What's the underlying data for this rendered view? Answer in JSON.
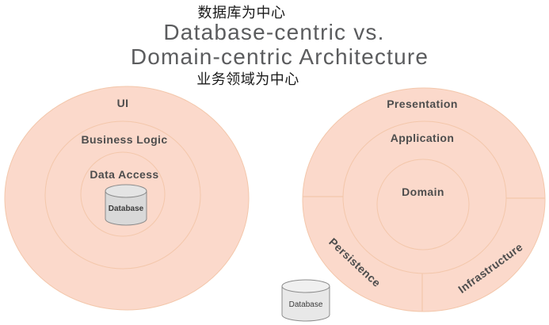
{
  "header": {
    "label_zh_database_centric": "数据库为中心",
    "title_line1": "Database-centric vs.",
    "title_line2": "Domain-centric Architecture",
    "label_zh_domain_centric": "业务领域为中心"
  },
  "database_centric_diagram": {
    "outer_ring": "UI",
    "middle_ring": "Business Logic",
    "inner_ring": "Data Access",
    "database_icon_label": "Database"
  },
  "domain_centric_diagram": {
    "outer_ring_top": "Presentation",
    "middle_ring": "Application",
    "center": "Domain",
    "outer_sector_bottom_left": "Persistence",
    "outer_sector_bottom_right": "Infrastructure",
    "database_icon_label": "Database"
  },
  "colors": {
    "circle_fill": "#fbd9cb",
    "ring_stroke": "#f3c7ab",
    "ring_label_text": "#4d4d4d",
    "title_text": "#5b5c5e",
    "subtitle_text": "#1a1a1a",
    "cylinder_fill": "#d9d9d9",
    "cylinder_top_fill": "#e4e4e4",
    "cylinder_stroke": "#8c8c8c"
  }
}
